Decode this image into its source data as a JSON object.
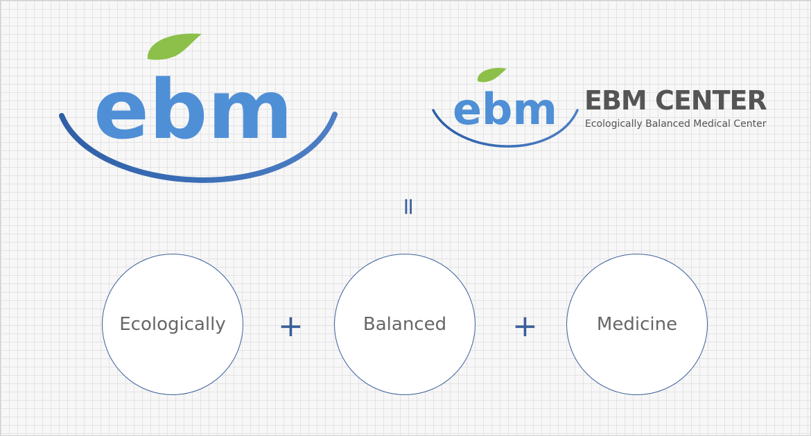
{
  "logo": {
    "wordmark": "ebm",
    "leaf_icon": "leaf-icon"
  },
  "brand": {
    "title": "EBM CENTER",
    "subtitle": "Ecologically Balanced Medical Center"
  },
  "equation": {
    "equals_symbol": "=",
    "terms": [
      "Ecologically",
      "Balanced",
      "Medicine"
    ],
    "operator": "+"
  },
  "colors": {
    "brand_blue": "#4f8fd6",
    "brand_dark": "#3a5f9a",
    "leaf_green": "#8cc04a"
  }
}
